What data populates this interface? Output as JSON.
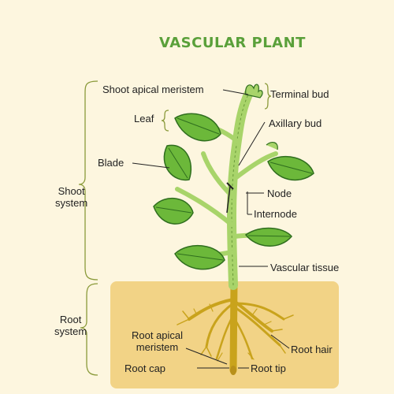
{
  "title": "VASCULAR PLANT",
  "colors": {
    "background": "#fdf6df",
    "title": "#5aa03a",
    "soil": "#f2d386",
    "leaf": "#6cb83a",
    "leaf_dark": "#2f6e1e",
    "stem": "#a8d46a",
    "root": "#c9a31c",
    "line": "#3a3a3a"
  },
  "labels": {
    "shoot_apical_meristem": "Shoot apical meristem",
    "terminal_bud": "Terminal bud",
    "leaf": "Leaf",
    "axillary_bud": "Axillary bud",
    "blade": "Blade",
    "shoot_system": "Shoot\nsystem",
    "node": "Node",
    "internode": "Internode",
    "vascular_tissue": "Vascular tissue",
    "root_system": "Root\nsystem",
    "root_apical_meristem": "Root apical\nmeristem",
    "root_hair": "Root hair",
    "root_cap": "Root cap",
    "root_tip": "Root tip"
  }
}
